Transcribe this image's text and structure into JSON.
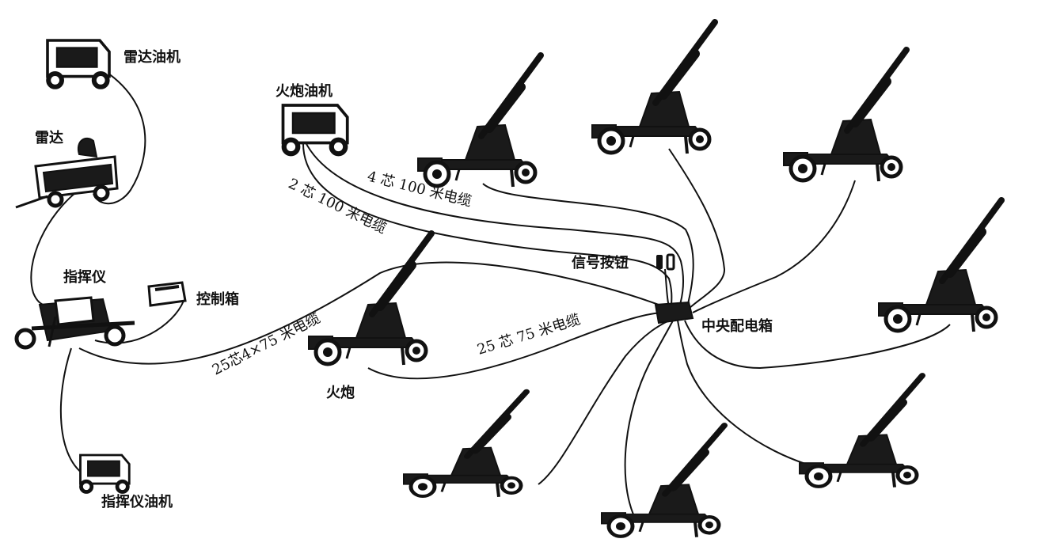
{
  "labels": {
    "radar_generator": "雷达油机",
    "radar": "雷达",
    "gun_generator": "火炮油机",
    "director": "指挥仪",
    "control_box": "控制箱",
    "director_generator": "指挥仪油机",
    "signal_button": "信号按钮",
    "central_box": "中央配电箱",
    "gun": "火炮"
  },
  "cables": {
    "four_core": "4 芯 100 米电缆",
    "two_core": "2 芯 100 米电缆",
    "twentyfive_four": "25芯4×75 米电缆",
    "twentyfive": "25 芯 75 米电缆"
  }
}
